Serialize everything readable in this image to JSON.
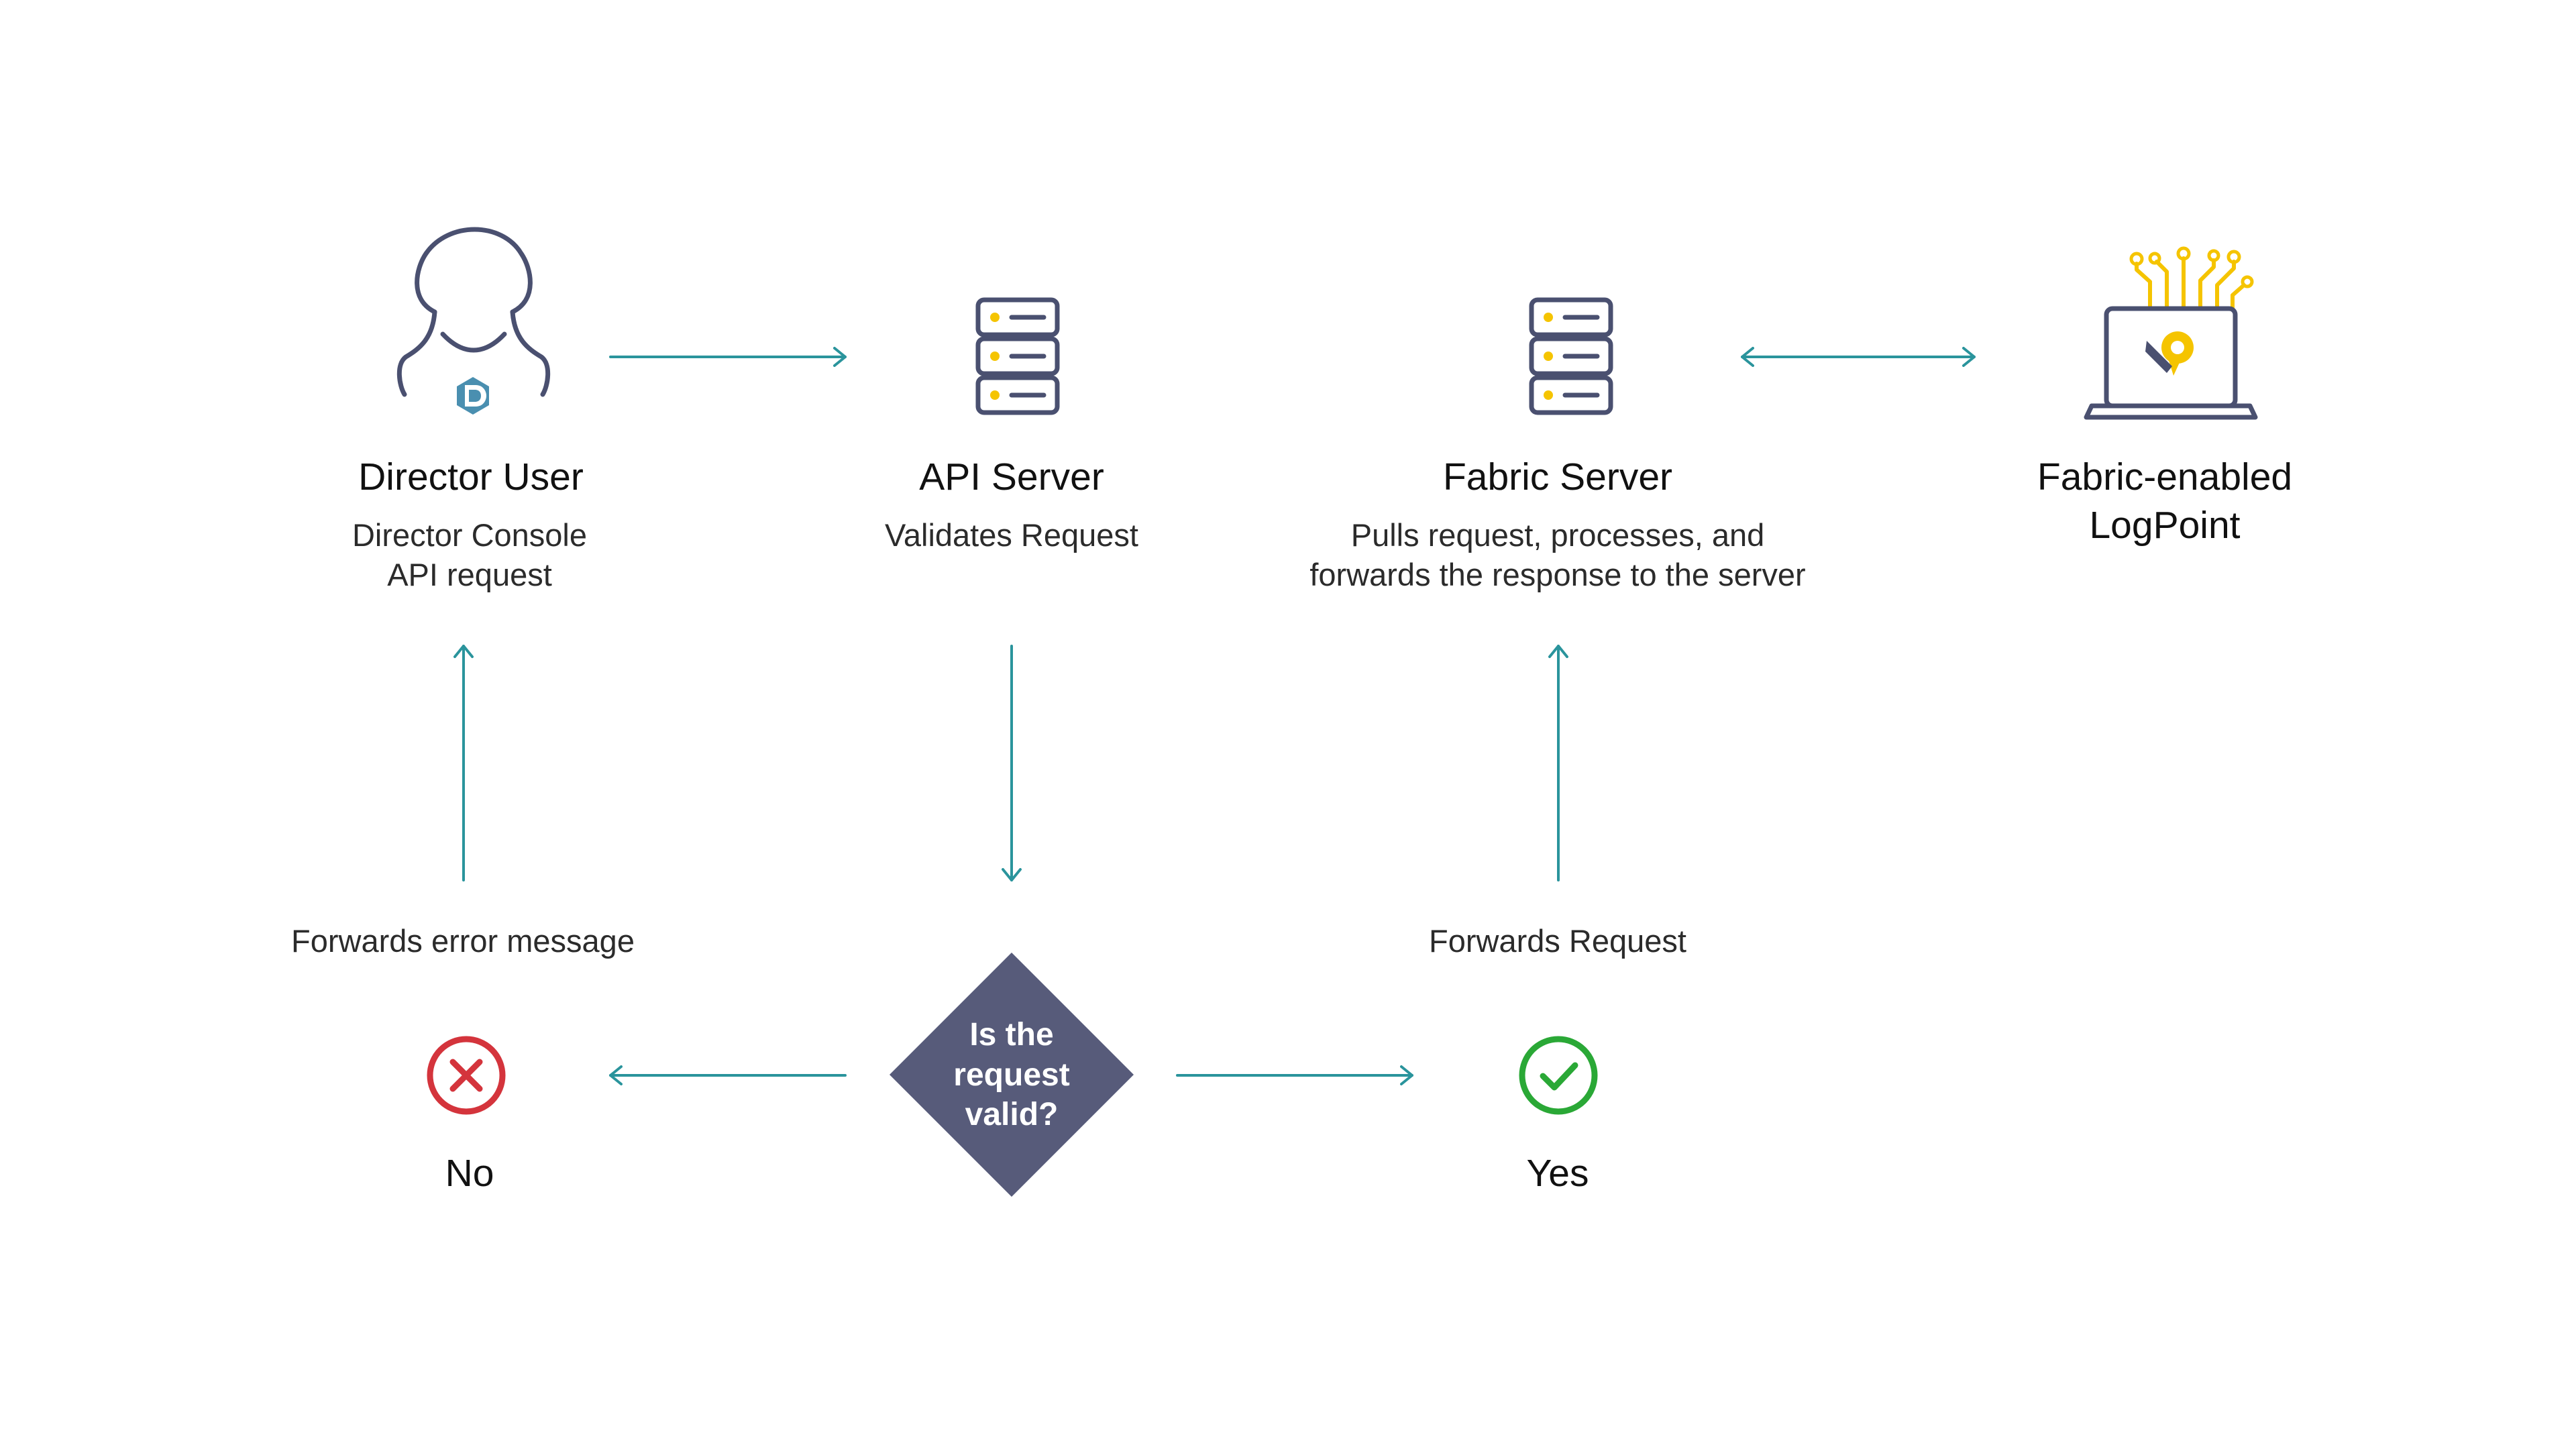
{
  "nodes": {
    "director_user": {
      "title": "Director User",
      "desc_line1": "Director Console",
      "desc_line2": "API request"
    },
    "api_server": {
      "title": "API Server",
      "desc_line1": "Validates Request"
    },
    "fabric_server": {
      "title": "Fabric Server",
      "desc_line1": "Pulls request, processes, and",
      "desc_line2": "forwards the response to the server"
    },
    "logpoint": {
      "title_line1": "Fabric-enabled",
      "title_line2": "LogPoint"
    },
    "decision": {
      "line1": "Is the",
      "line2": "request",
      "line3": "valid?"
    },
    "no": {
      "label": "No",
      "edge_label": "Forwards error message"
    },
    "yes": {
      "label": "Yes",
      "edge_label": "Forwards Request"
    }
  },
  "colors": {
    "arrow": "#2a949c",
    "icon": "#4a5070",
    "decision_fill": "#575b7a",
    "no_icon": "#d4343c",
    "yes_icon": "#2aa836",
    "accent_yellow": "#f5c400",
    "user_badge": "#4a8fb0"
  },
  "icons": {
    "director_user": "user-icon",
    "api_server": "server-icon",
    "fabric_server": "server-icon",
    "logpoint": "laptop-circuit-icon",
    "no": "x-circle-icon",
    "yes": "check-circle-icon"
  }
}
